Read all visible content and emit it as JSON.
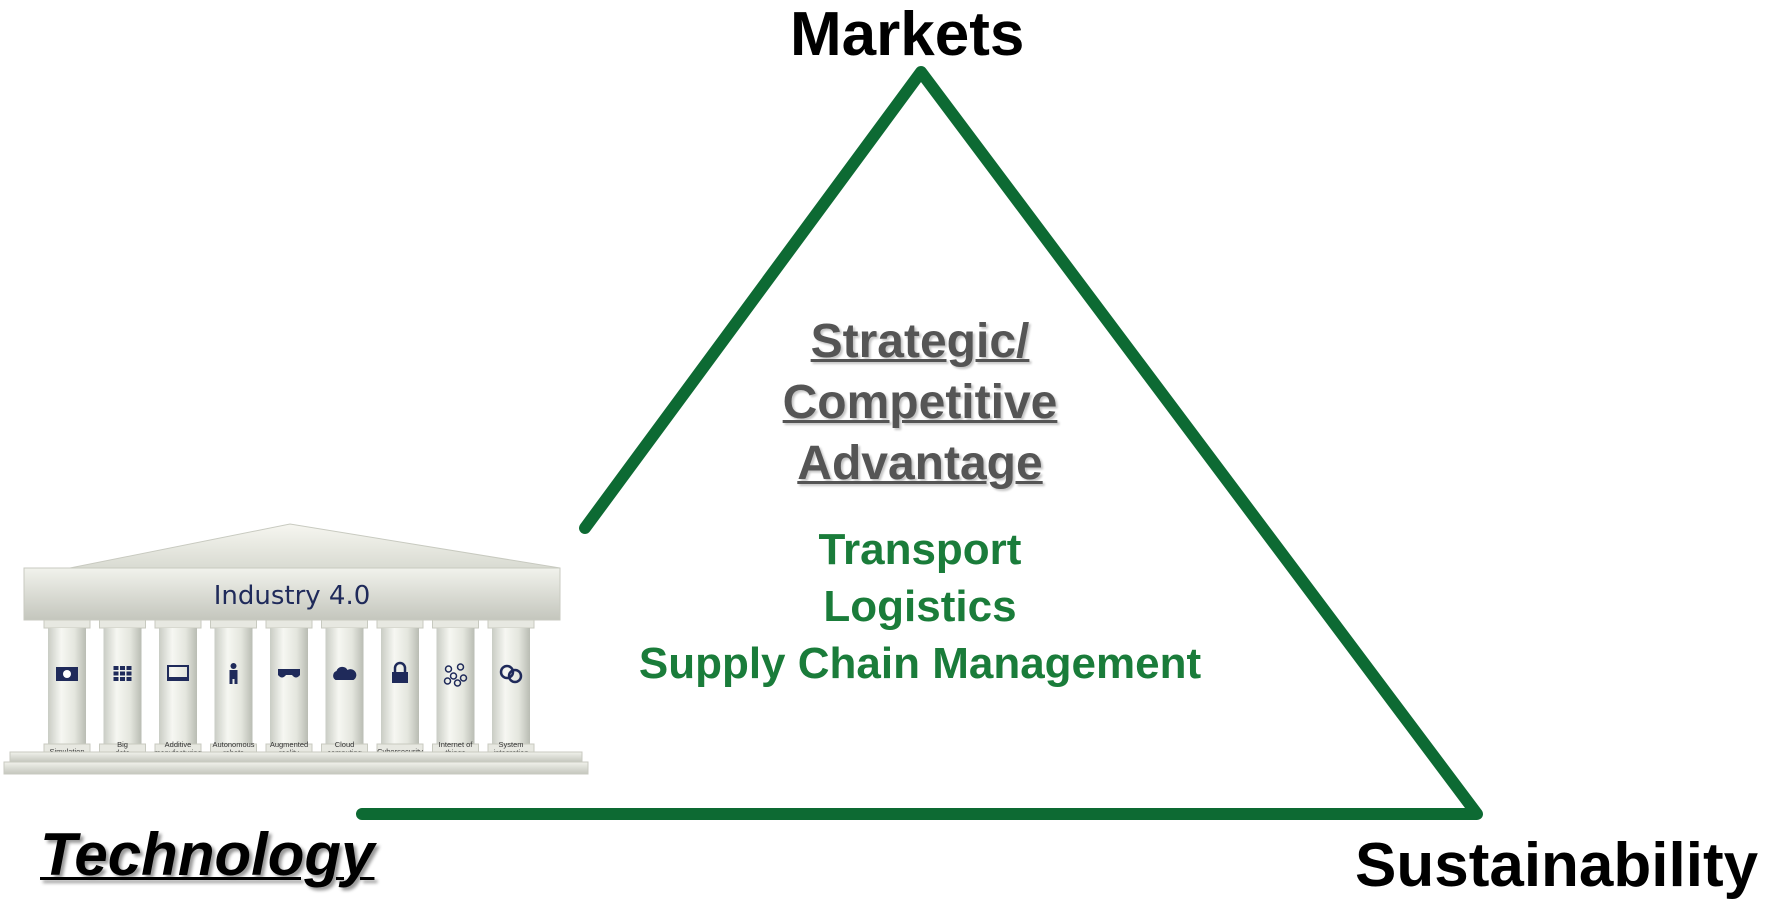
{
  "corners": {
    "top": "Markets",
    "bottom_right": "Sustainability",
    "bottom_left": "Technology"
  },
  "center": {
    "heading_lines": [
      "Strategic/",
      "Competitive",
      "Advantage"
    ],
    "topics": [
      "Transport",
      "Logistics",
      "Supply Chain Management"
    ]
  },
  "temple": {
    "title": "Industry 4.0",
    "pillars": [
      {
        "label": "Simulation",
        "icon": "film-icon"
      },
      {
        "label": "Big data",
        "icon": "data-grid-icon"
      },
      {
        "label": "Additive manufacturing",
        "icon": "printer-icon"
      },
      {
        "label": "Autonomous robots",
        "icon": "robot-icon"
      },
      {
        "label": "Augmented reality",
        "icon": "vr-goggles-icon"
      },
      {
        "label": "Cloud computing",
        "icon": "cloud-icon"
      },
      {
        "label": "Cybersecurity",
        "icon": "padlock-icon"
      },
      {
        "label": "Internet of things",
        "icon": "network-nodes-icon"
      },
      {
        "label": "System integration",
        "icon": "linked-rings-icon"
      }
    ]
  },
  "colors": {
    "triangle": "#0d6a33",
    "heading": "#555555",
    "topics": "#1a7c3a",
    "icon": "#1f2a5a"
  }
}
